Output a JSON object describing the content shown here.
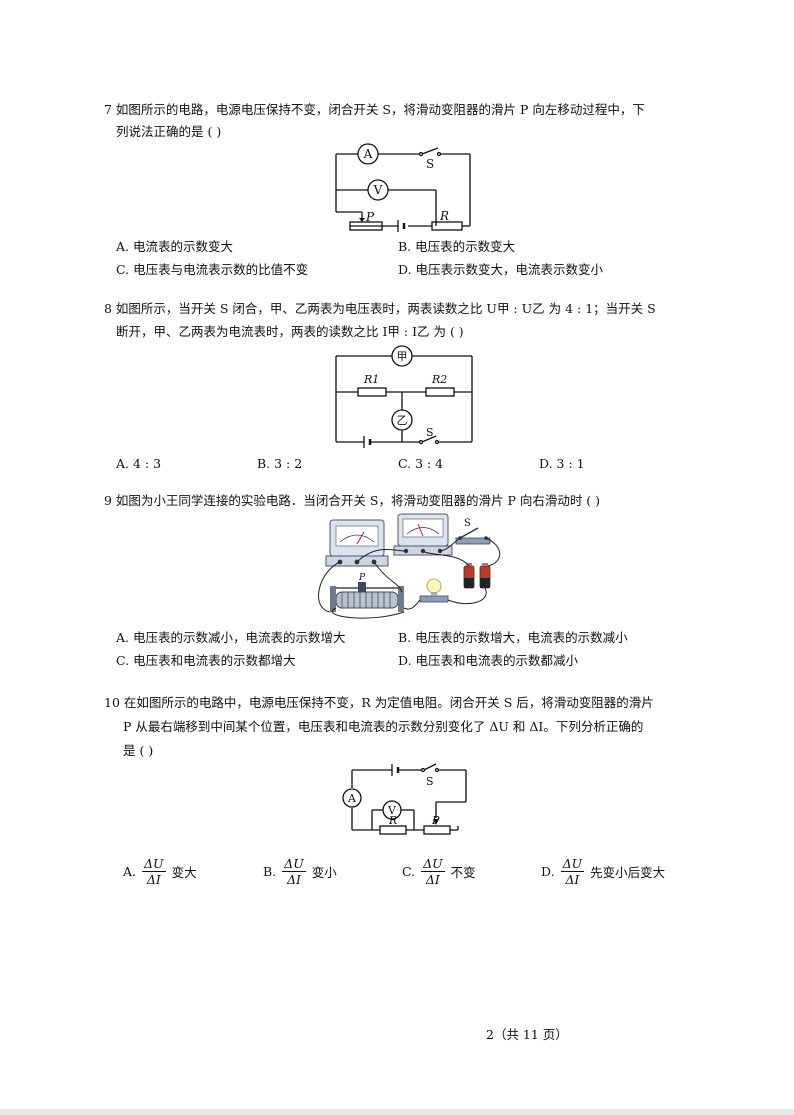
{
  "questions": {
    "q7": {
      "line1": "7 如图所示的电路，电源电压保持不变，闭合开关 S，将滑动变阻器的滑片 P 向左移动过程中，下",
      "line2": "列说法正确的是 (      )",
      "options": {
        "a": "A. 电流表的示数变大",
        "b": "B. 电压表的示数变大",
        "c": "C. 电压表与电流表示数的比值不变",
        "d": "D. 电压表示数变大，电流表示数变小"
      },
      "figure": {
        "ammeter": "A",
        "voltmeter": "V",
        "switch": "S",
        "slider": "P",
        "resistor": "R"
      }
    },
    "q8": {
      "line1": "8 如图所示，当开关 S 闭合，甲、乙两表为电压表时，两表读数之比 U甲 : U乙 为 4 : 1；当开关 S",
      "line2": "断开，甲、乙两表为电流表时，两表的读数之比 I甲 : I乙 为 (      )",
      "options": {
        "a": "A. 4 : 3",
        "b": "B. 3 : 2",
        "c": "C. 3 : 4",
        "d": "D. 3 : 1"
      },
      "figure": {
        "meter_top": "甲",
        "meter_mid": "乙",
        "r1": "R1",
        "r2": "R2",
        "switch": "S"
      }
    },
    "q9": {
      "line1": "9 如图为小王同学连接的实验电路．当闭合开关 S，将滑动变阻器的滑片 P 向右滑动时 (      )",
      "options": {
        "a": "A. 电压表的示数减小，电流表的示数增大",
        "b": "B. 电压表的示数增大，电流表的示数减小",
        "c": "C. 电压表和电流表的示数都增大",
        "d": "D. 电压表和电流表的示数都减小"
      },
      "figure": {
        "switch": "S",
        "slider": "P"
      }
    },
    "q10": {
      "line1": "10 在如图所示的电路中，电源电压保持不变，R 为定值电阻。闭合开关 S 后，将滑动变阻器的滑片",
      "line2": "P 从最右端移到中间某个位置，电压表和电流表的示数分别变化了 ΔU 和 ΔI。下列分析正确的",
      "line3": "是 (      )",
      "frac_num": "ΔU",
      "frac_den": "ΔI",
      "options": {
        "a": {
          "label": "A.",
          "text": "变大"
        },
        "b": {
          "label": "B.",
          "text": "变小"
        },
        "c": {
          "label": "C.",
          "text": "不变"
        },
        "d": {
          "label": "D.",
          "text": "先变小后变大"
        }
      },
      "figure": {
        "ammeter": "A",
        "voltmeter": "V",
        "switch": "S",
        "resistor": "R",
        "slider": "P"
      }
    }
  },
  "footer": {
    "page": "2（共 11 页）"
  }
}
